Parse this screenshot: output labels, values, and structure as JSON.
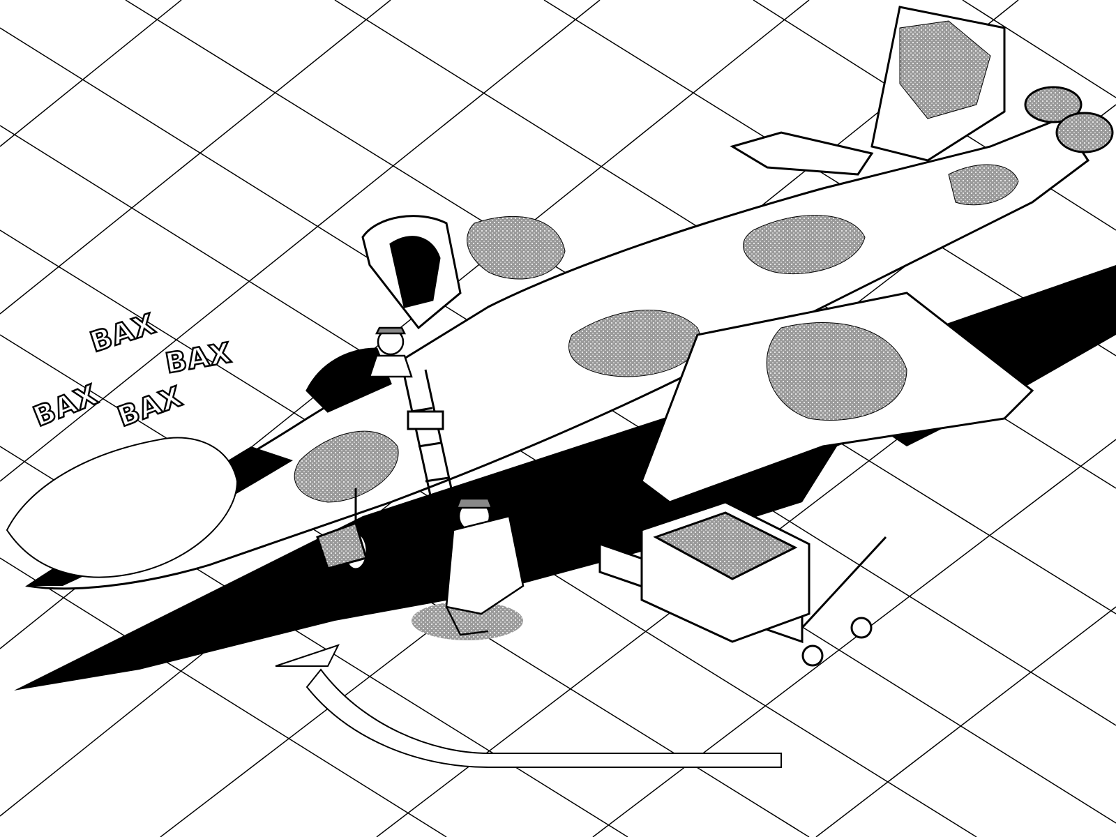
{
  "colors": {
    "ink": "#000000",
    "paper": "#ffffff",
    "camo": "#8a8a8a",
    "stipple": "#b5b5b5"
  },
  "sound_effects": {
    "sfx1": "BAX",
    "sfx2": "BAX",
    "sfx3": "BAX",
    "sfx4": "BAX"
  },
  "scene": {
    "aircraft": "jet-fighter-camouflage",
    "figures": [
      "pilot-in-cockpit",
      "crouching-ground-crew-with-headset"
    ],
    "equipment": [
      "boarding-ladder",
      "ammunition-loading-cart",
      "direction-arrow"
    ]
  }
}
